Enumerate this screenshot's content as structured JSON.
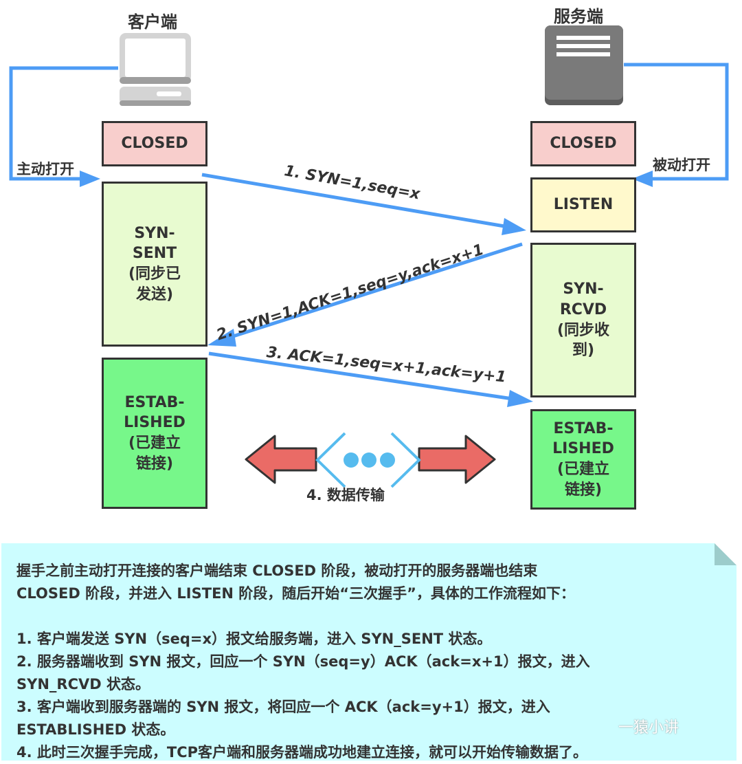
{
  "client": {
    "title": "客户端",
    "icon": "desktop-computer-icon"
  },
  "server": {
    "title": "服务端",
    "icon": "server-icon"
  },
  "client_states": [
    {
      "label": "CLOSED"
    },
    {
      "label": "SYN-\nSENT\n(同步已\n发送)"
    },
    {
      "label": "ESTAB-\nLISHED\n(已建立\n链接)"
    }
  ],
  "server_states": [
    {
      "label": "CLOSED"
    },
    {
      "label": "LISTEN"
    },
    {
      "label": "SYN-\nRCVD\n(同步收\n到)"
    },
    {
      "label": "ESTAB-\nLISHED\n(已建立\n链接)"
    }
  ],
  "active_open_label": "主动打开",
  "passive_open_label": "被动打开",
  "messages": [
    {
      "label": "1. SYN=1,seq=x"
    },
    {
      "label": "2. SYN=1,ACK=1,seq=y,ack=x+1"
    },
    {
      "label": "3. ACK=1,seq=x+1,ack=y+1"
    }
  ],
  "data_transfer_label": "4. 数据传输",
  "colors": {
    "arrow_blue": "#4d9cf5",
    "closed": "#f8cecc",
    "listen": "#fff9cc",
    "syn": "#e8fbd0",
    "established": "#77f78a",
    "data_arrow": "#ea6b66",
    "dots": "#56bbee",
    "note_bg": "#ccfdff"
  },
  "note": {
    "text": "握手之前主动打开连接的客户端结束 CLOSED 阶段，被动打开的服务器端也结束\nCLOSED 阶段，并进入 LISTEN 阶段，随后开始“三次握手”，具体的工作流程如下：\n\n1. 客户端发送 SYN（seq=x）报文给服务端，进入 SYN_SENT 状态。\n2. 服务器端收到 SYN 报文，回应一个 SYN（seq=y）ACK（ack=x+1）报文，进入\nSYN_RCVD 状态。\n3. 客户端收到服务器端的 SYN 报文，将回应一个 ACK（ack=y+1）报文，进入\nESTABLISHED 状态。\n4. 此时三次握手完成，TCP客户端和服务器端成功地建立连接，就可以开始传输数据了。"
  },
  "watermark": "一猿小讲"
}
